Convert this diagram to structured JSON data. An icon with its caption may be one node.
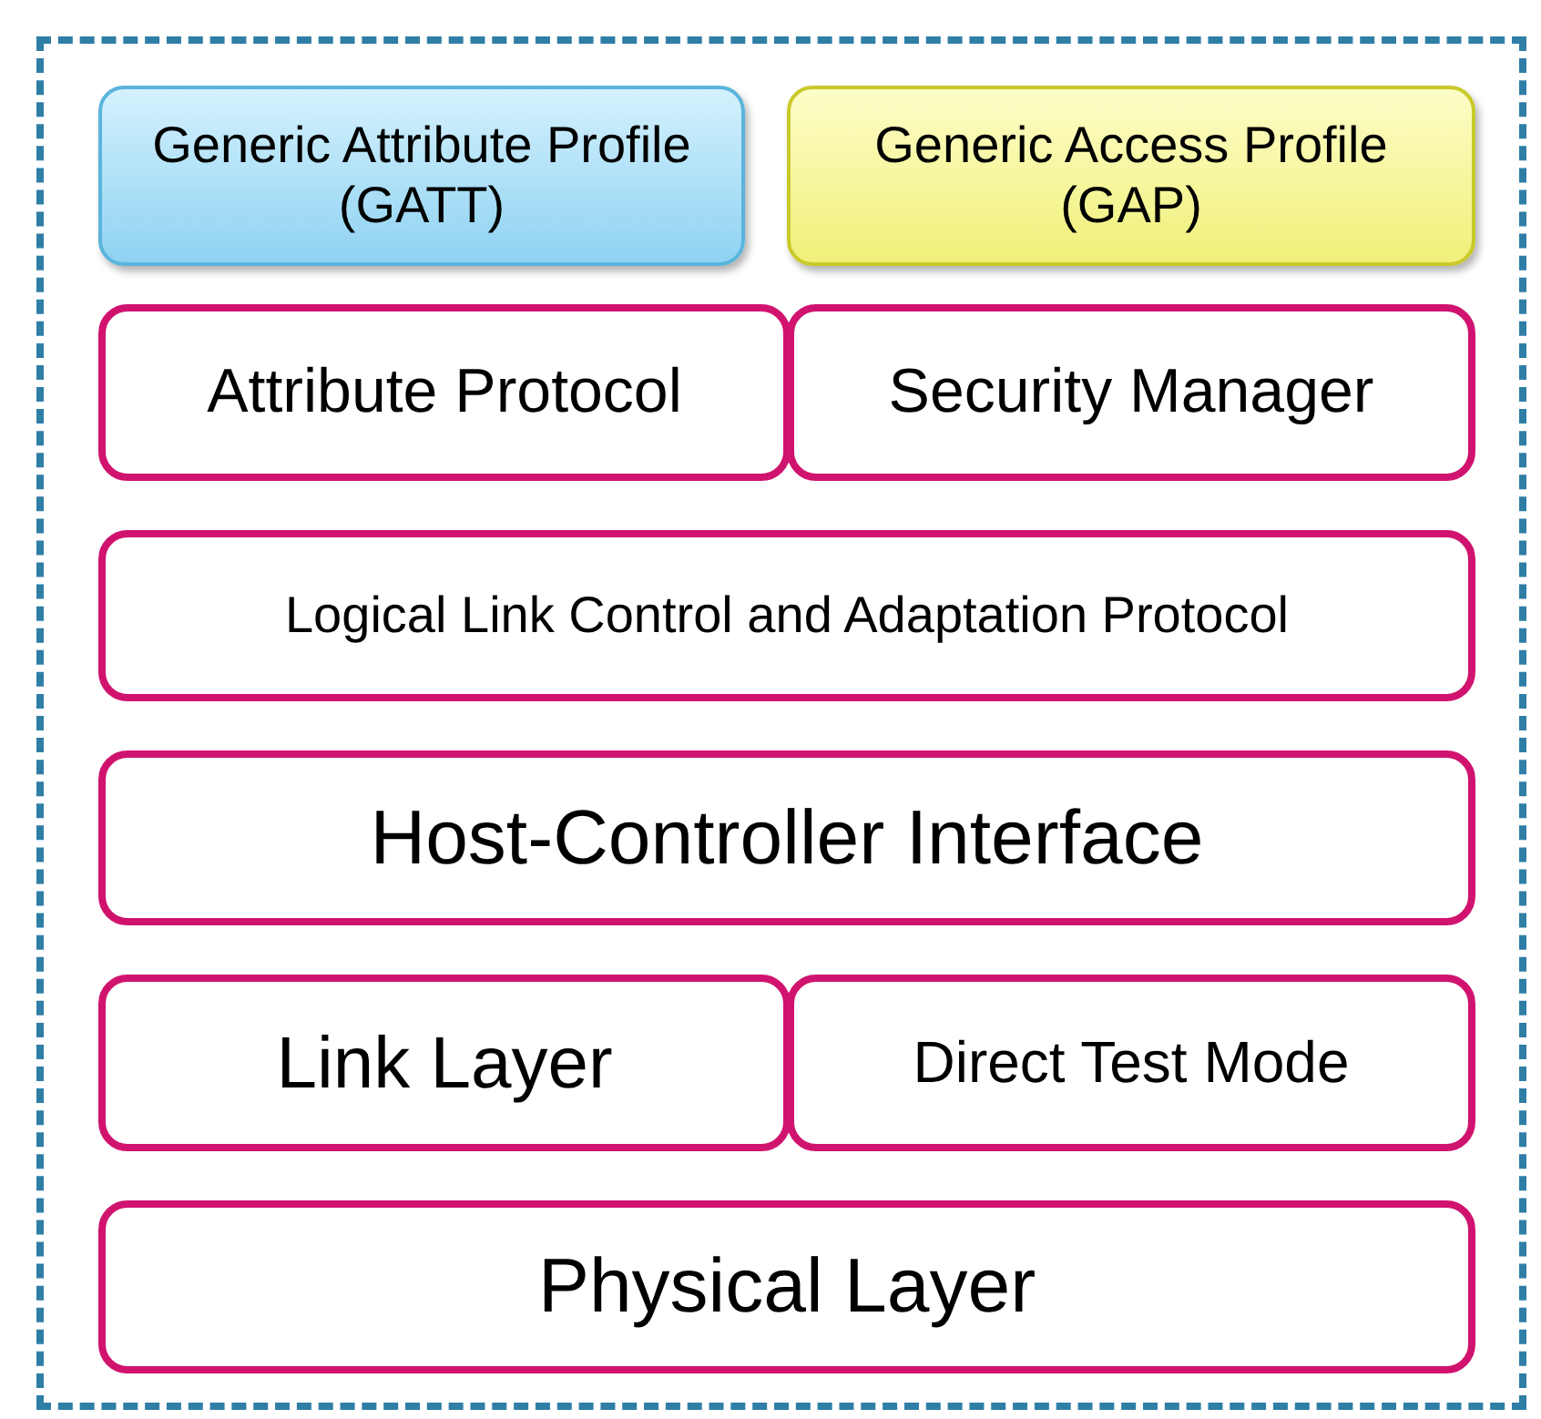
{
  "diagram": {
    "nodes": [
      {
        "text": [],
        "shape": "box"
      },
      {
        "text": [
          "Generic Attribute Profile (GATT)"
        ],
        "in": 0
      },
      {
        "text": [
          "Generic Access Profile (GAP)"
        ],
        "in": 0
      },
      {
        "text": [
          "Attribute Protocol"
        ],
        "in": 0
      },
      {
        "text": [
          "Security Manager"
        ],
        "in": 0
      },
      {
        "text": [
          "Logical Link Control and Adaptation Protocol"
        ],
        "in": 0
      },
      {
        "text": [
          "Host-Controller Interface"
        ],
        "in": 0
      },
      {
        "text": [
          "Link Layer"
        ],
        "in": 0
      },
      {
        "text": [
          "Direct Test Mode"
        ],
        "in": 0
      },
      {
        "text": [
          "Physical Layer"
        ],
        "in": 0
      }
    ],
    "edges": []
  }
}
